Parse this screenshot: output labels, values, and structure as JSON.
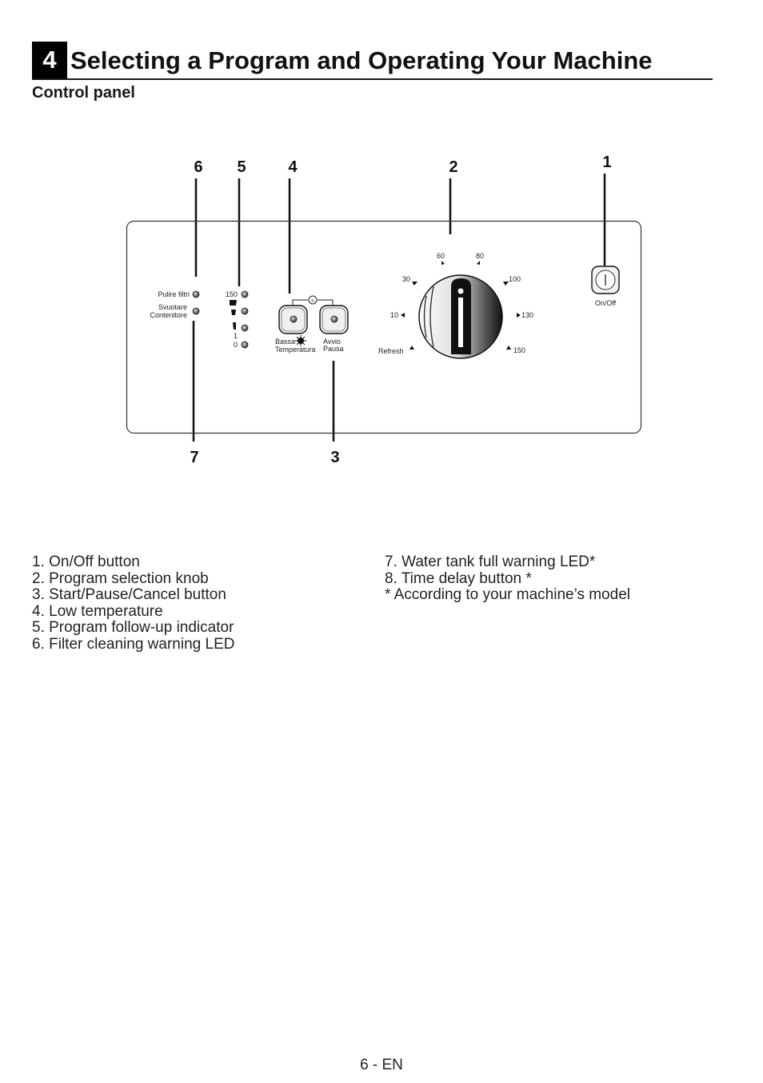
{
  "section": {
    "number": "4",
    "title": "Selecting a Program and Operating Your Machine"
  },
  "subtitle": "Control panel",
  "callouts": [
    "1",
    "2",
    "3",
    "4",
    "5",
    "6",
    "7"
  ],
  "panel": {
    "filter_led_label": "Pulire filtri",
    "tank_led_label_1": "Svuotare",
    "tank_led_label_2": "Contenitore",
    "followup_top": "150",
    "followup_mid": "1",
    "followup_bottom": "0",
    "low_temp_label_1": "Bassa",
    "low_temp_label_2": "Temperatura",
    "start_label_1": "Avvio",
    "start_label_2": "Pausa",
    "delay_icon_label": "h",
    "dial": {
      "p60": "60",
      "p80": "80",
      "p30": "30",
      "p100": "100",
      "p10": "10",
      "p130": "130",
      "refresh": "Refresh",
      "p150": "150"
    },
    "power_label": "On/Off"
  },
  "legend_left": [
    "1. On/Off button",
    "2. Program selection knob",
    "3. Start/Pause/Cancel button",
    "4. Low temperature",
    "5. Program follow-up indicator",
    "6. Filter cleaning warning LED"
  ],
  "legend_right": [
    "7. Water tank full warning LED*",
    "8. Time delay button *",
    "* According to your machine’s model"
  ],
  "footer": "6 - EN"
}
